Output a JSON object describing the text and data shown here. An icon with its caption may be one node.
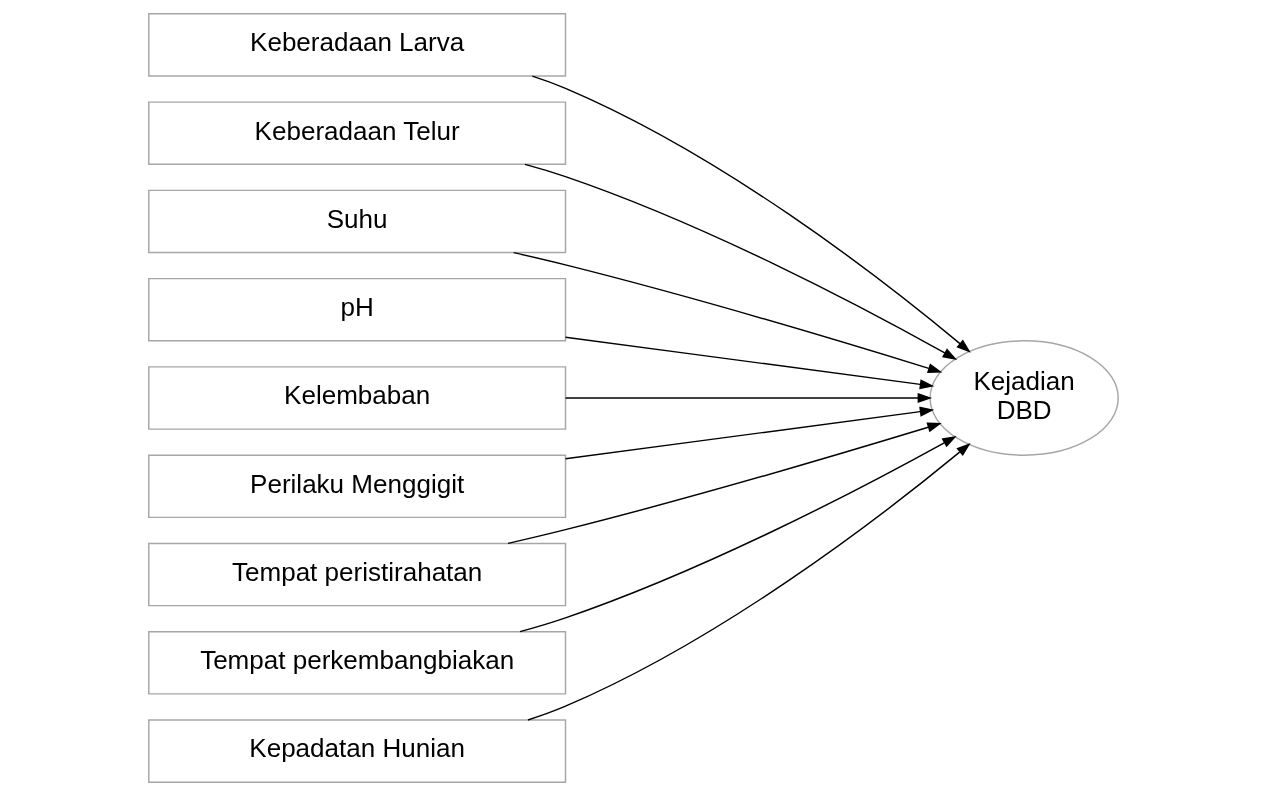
{
  "diagram": {
    "nodes": [
      {
        "text": [
          "Keberadaan Larva"
        ]
      },
      {
        "text": [
          "Keberadaan Telur"
        ]
      },
      {
        "text": [
          "Suhu"
        ]
      },
      {
        "text": [
          "pH"
        ]
      },
      {
        "text": [
          "Kelembaban"
        ]
      },
      {
        "text": [
          "Perilaku Menggigit"
        ]
      },
      {
        "text": [
          "Tempat peristirahatan"
        ]
      },
      {
        "text": [
          "Tempat perkembangbiakan"
        ]
      },
      {
        "text": [
          "Kepadatan Hunian"
        ]
      },
      {
        "text": [
          "Kejadian DBD"
        ]
      }
    ],
    "edges": [
      {
        "from": 0,
        "to": 9,
        "arrow": "to"
      },
      {
        "from": 1,
        "to": 9,
        "arrow": "to"
      },
      {
        "from": 2,
        "to": 9,
        "arrow": "to"
      },
      {
        "from": 3,
        "to": 9,
        "arrow": "to"
      },
      {
        "from": 4,
        "to": 9,
        "arrow": "to"
      },
      {
        "from": 5,
        "to": 9,
        "arrow": "to"
      },
      {
        "from": 6,
        "to": 9,
        "arrow": "to"
      },
      {
        "from": 7,
        "to": 9,
        "arrow": "to"
      },
      {
        "from": 8,
        "to": 9,
        "arrow": "to"
      }
    ]
  }
}
